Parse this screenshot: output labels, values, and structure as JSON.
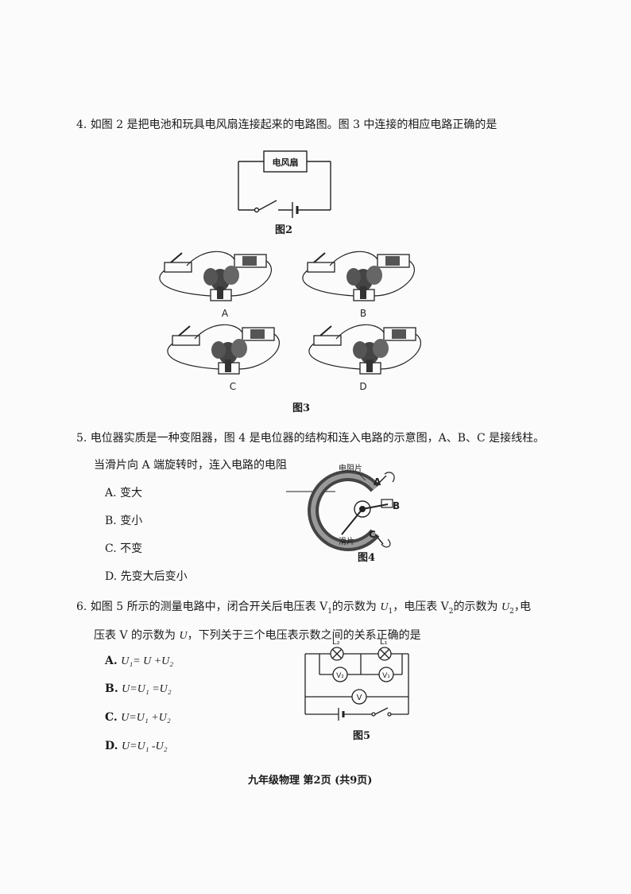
{
  "q4": {
    "text": "4. 如图 2 是把电池和玩具电风扇连接起来的电路图。图 3 中连接的相应电路正确的是",
    "fig2_fan_label": "电风扇",
    "fig2_label": "图2",
    "fig3_label": "图3",
    "fig3_option_labels": [
      "A",
      "B",
      "C",
      "D"
    ]
  },
  "q5": {
    "line1": "5. 电位器实质是一种变阻器，图 4 是电位器的结构和连入电路的示意图，A、B、C 是接线柱。",
    "line2": "当滑片向 A 端旋转时，连入电路的电阻",
    "options": [
      "A. 变大",
      "B. 变小",
      "C. 不变",
      "D. 先变大后变小"
    ],
    "fig4": {
      "label_resistor": "电阻片",
      "label_slider": "滑片",
      "terminal_a": "A",
      "terminal_b": "B",
      "terminal_c": "C",
      "figure_label": "图4"
    }
  },
  "q6": {
    "line1_prefix": "6. 如图 5 所示的测量电路中，闭合开关后电压表 V",
    "line1_sub1": "1",
    "line1_mid1": "的示数为 ",
    "line1_var1": "U",
    "line1_sub2": "1",
    "line1_mid2": "，电压表 V",
    "line1_sub3": "2",
    "line1_mid3": "的示数为 ",
    "line1_var2": "U",
    "line1_sub4": "2",
    "line1_end": "，",
    "line1_tail": "电",
    "line2_prefix": "压表 V 的示数为 ",
    "line2_var": "U",
    "line2_suffix": "，下列关于三个电压表示数之间的关系正确的是",
    "options": [
      {
        "letter": "A.",
        "expr": "U₁= U +U₂"
      },
      {
        "letter": "B.",
        "expr": "U=U₁ =U₂"
      },
      {
        "letter": "C.",
        "expr": "U=U₁ +U₂"
      },
      {
        "letter": "D.",
        "expr": "U=U₁ -U₂"
      }
    ],
    "fig5": {
      "l2": "L₂",
      "l1": "L₁",
      "v2": "V₂",
      "v1": "V₁",
      "v": "V",
      "figure_label": "图5"
    }
  },
  "footer": "九年级物理   第2页 (共9页)"
}
